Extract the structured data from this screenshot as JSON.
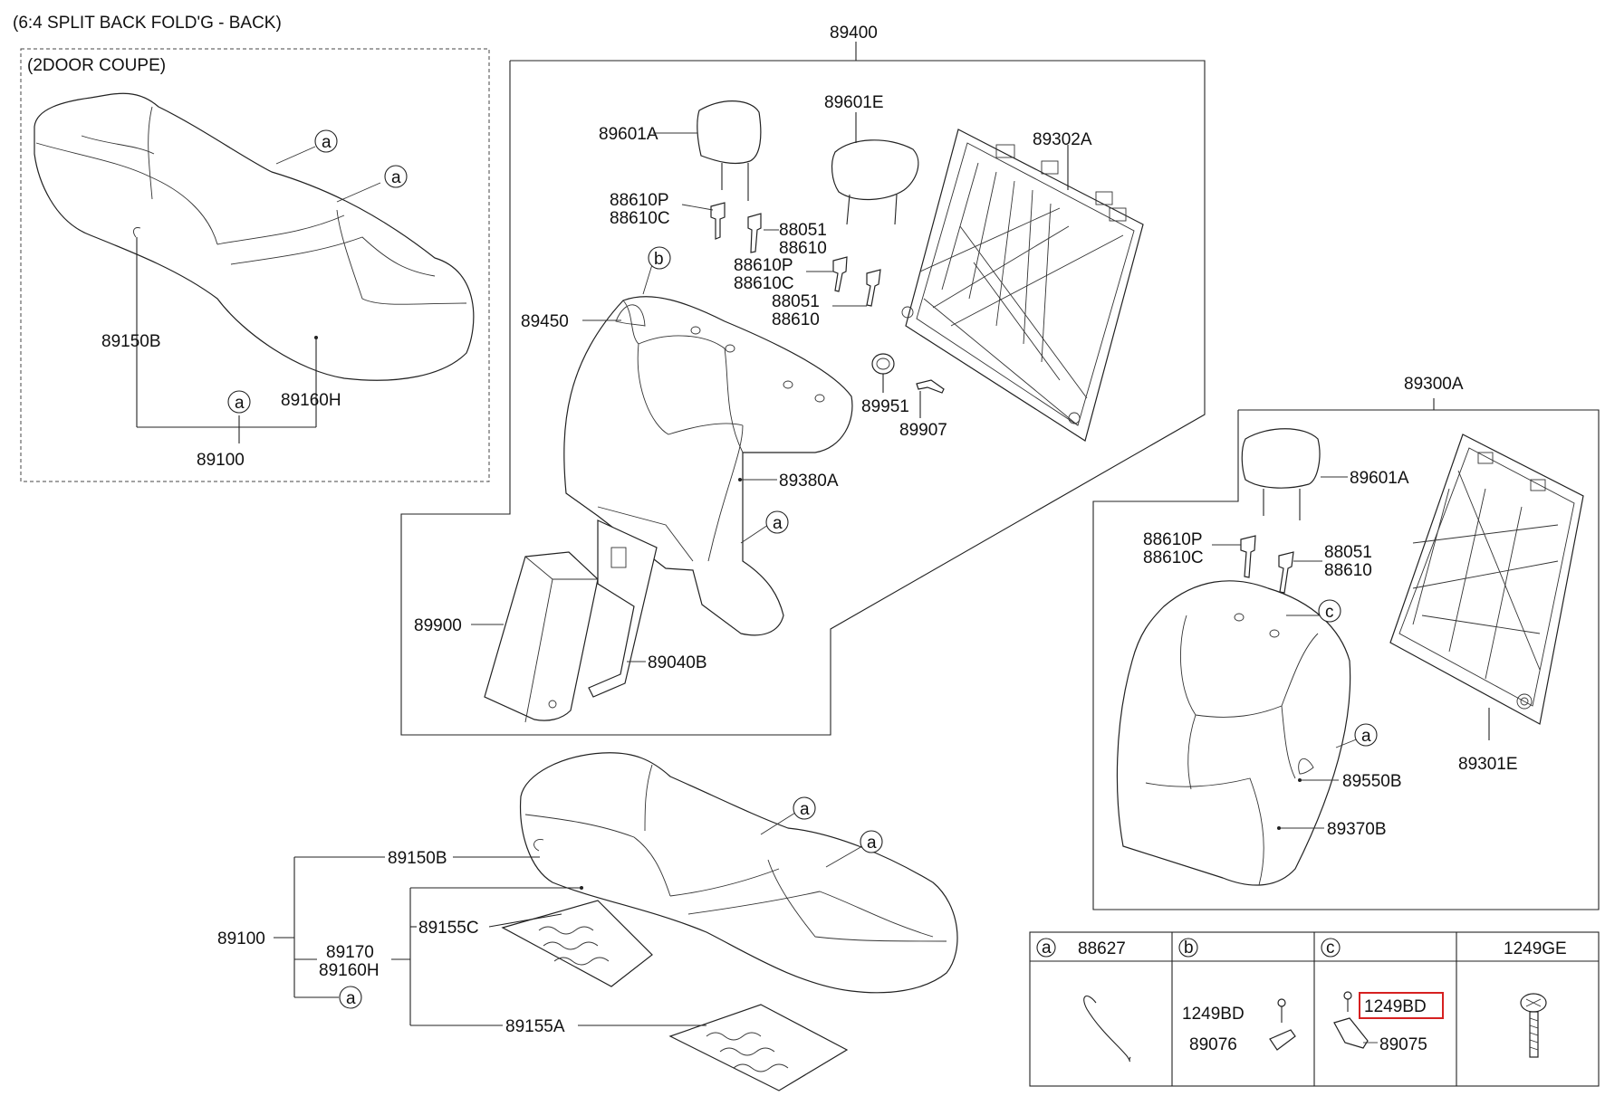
{
  "header": {
    "title": "(6:4 SPLIT BACK FOLD'G - BACK)",
    "coupe_label": "(2DOOR COUPE)"
  },
  "parts": {
    "p89400": "89400",
    "p89601A_1": "89601A",
    "p89601E": "89601E",
    "p89302A": "89302A",
    "p88610P_1": "88610P",
    "p88610C_1": "88610C",
    "p88051_1": "88051",
    "p88610_1": "88610",
    "p88610P_2": "88610P",
    "p88610C_2": "88610C",
    "p88051_2": "88051",
    "p88610_2": "88610",
    "p89450": "89450",
    "p89951": "89951",
    "p89907": "89907",
    "p89380A": "89380A",
    "p89900": "89900",
    "p89040B": "89040B",
    "p89150B_coupe": "89150B",
    "p89160H_coupe": "89160H",
    "p89100_coupe": "89100",
    "p89300A": "89300A",
    "p89601A_2": "89601A",
    "p88610P_3": "88610P",
    "p88610C_3": "88610C",
    "p88051_3": "88051",
    "p88610_3": "88610",
    "p89550B": "89550B",
    "p89370B": "89370B",
    "p89301E": "89301E",
    "p89150B": "89150B",
    "p89100": "89100",
    "p89170": "89170",
    "p89160H": "89160H",
    "p89155C": "89155C",
    "p89155A": "89155A"
  },
  "callouts": {
    "a": "a",
    "b": "b",
    "c": "c"
  },
  "legend": {
    "a_part": "88627",
    "b_screw": "1249BD",
    "b_part": "89076",
    "c_screw": "1249BD",
    "c_part": "89075",
    "d_part": "1249GE"
  },
  "colors": {
    "highlight": "#d62020"
  }
}
